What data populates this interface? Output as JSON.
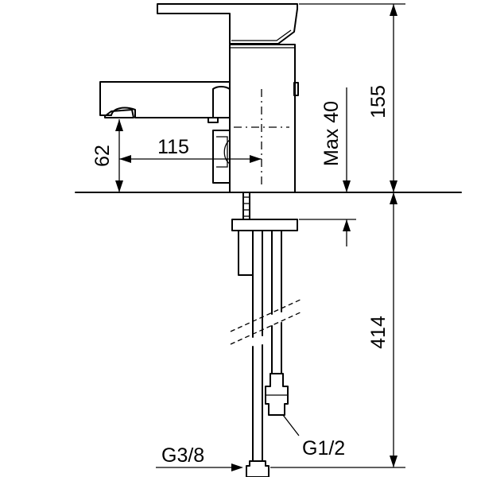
{
  "diagram": {
    "dimensions": {
      "height_above_deck": "155",
      "spout_height": "62",
      "spout_reach": "115",
      "max_deck_thickness": "Max 40",
      "hose_length": "414"
    },
    "connections": {
      "outlet_thread": "G1/2",
      "inlet_thread": "G3/8"
    },
    "colors": {
      "line": "#000000",
      "background": "#ffffff"
    }
  }
}
